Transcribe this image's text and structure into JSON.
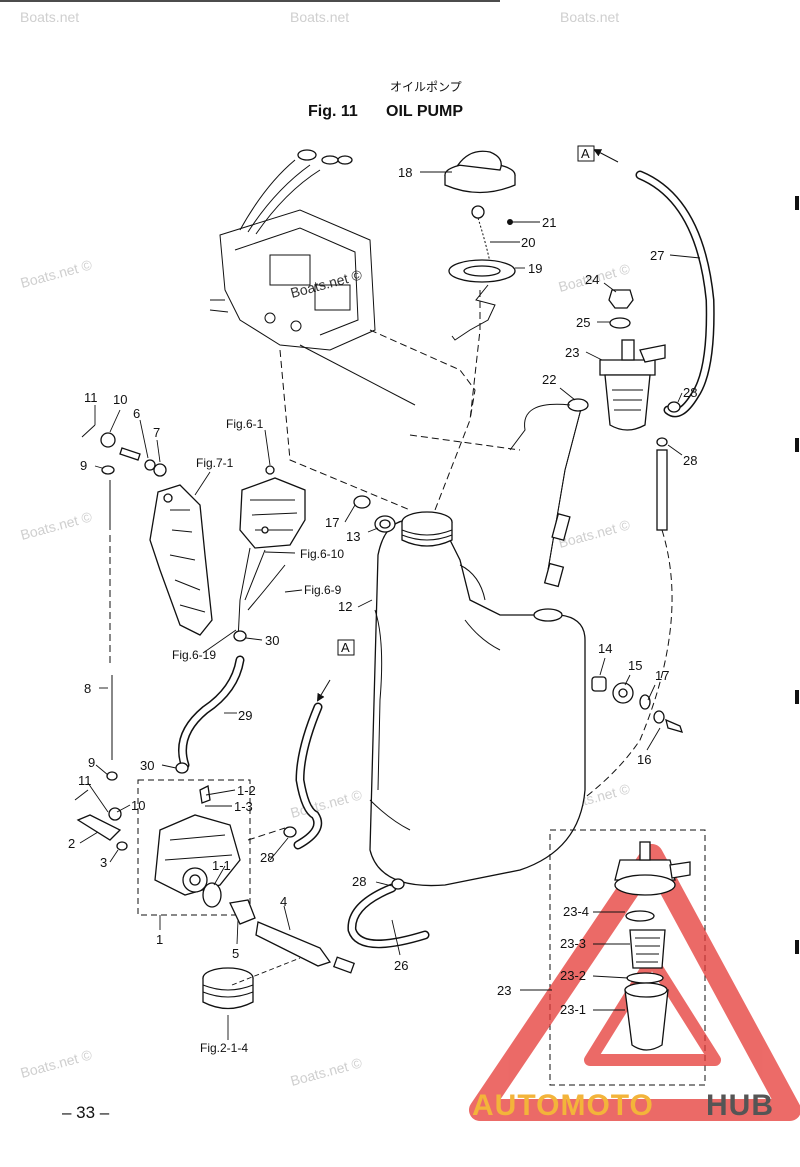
{
  "header": {
    "title_jp": "オイルポンプ",
    "fig_number": "Fig. 11",
    "title": "OIL PUMP"
  },
  "watermarks": [
    "Boats.net",
    "Boats.net",
    "Boats.net ©",
    "Boats.net ©",
    "Boats.net ©",
    "Boats.net ©",
    "Boats.net ©",
    "Boats.net ©",
    "Boats.net ©",
    "Boats.net ©",
    "Boats.net ©",
    "Boats.net ©"
  ],
  "callouts": [
    {
      "id": "18",
      "label": "18"
    },
    {
      "id": "21",
      "label": "21"
    },
    {
      "id": "20",
      "label": "20"
    },
    {
      "id": "19",
      "label": "19"
    },
    {
      "id": "27",
      "label": "27"
    },
    {
      "id": "24",
      "label": "24"
    },
    {
      "id": "25",
      "label": "25"
    },
    {
      "id": "23a",
      "label": "23"
    },
    {
      "id": "22",
      "label": "22"
    },
    {
      "id": "28a",
      "label": "28"
    },
    {
      "id": "28b",
      "label": "28"
    },
    {
      "id": "11a",
      "label": "11"
    },
    {
      "id": "10a",
      "label": "10"
    },
    {
      "id": "6",
      "label": "6"
    },
    {
      "id": "7",
      "label": "7"
    },
    {
      "id": "9a",
      "label": "9"
    },
    {
      "id": "17a",
      "label": "17"
    },
    {
      "id": "13",
      "label": "13"
    },
    {
      "id": "12",
      "label": "12"
    },
    {
      "id": "30a",
      "label": "30"
    },
    {
      "id": "29",
      "label": "29"
    },
    {
      "id": "8",
      "label": "8"
    },
    {
      "id": "30b",
      "label": "30"
    },
    {
      "id": "14",
      "label": "14"
    },
    {
      "id": "15",
      "label": "15"
    },
    {
      "id": "17b",
      "label": "17"
    },
    {
      "id": "16",
      "label": "16"
    },
    {
      "id": "9b",
      "label": "9"
    },
    {
      "id": "11b",
      "label": "11"
    },
    {
      "id": "10b",
      "label": "10"
    },
    {
      "id": "1-2",
      "label": "1-2"
    },
    {
      "id": "1-3",
      "label": "1-3"
    },
    {
      "id": "2",
      "label": "2"
    },
    {
      "id": "3",
      "label": "3"
    },
    {
      "id": "28c",
      "label": "28"
    },
    {
      "id": "1-1",
      "label": "1-1"
    },
    {
      "id": "4",
      "label": "4"
    },
    {
      "id": "1",
      "label": "1"
    },
    {
      "id": "5",
      "label": "5"
    },
    {
      "id": "28d",
      "label": "28"
    },
    {
      "id": "26",
      "label": "26"
    },
    {
      "id": "23-4",
      "label": "23-4"
    },
    {
      "id": "23-3",
      "label": "23-3"
    },
    {
      "id": "23-2",
      "label": "23-2"
    },
    {
      "id": "23b",
      "label": "23"
    },
    {
      "id": "23-1",
      "label": "23-1"
    }
  ],
  "fig_refs": {
    "fig_6_1": "Fig.6-1",
    "fig_7_1": "Fig.7-1",
    "fig_6_10": "Fig.6-10",
    "fig_6_9": "Fig.6-9",
    "fig_6_19": "Fig.6-19",
    "fig_2_1_4": "Fig.2-1-4"
  },
  "box_markers": {
    "top": "A",
    "mid": "A"
  },
  "footer": {
    "page_number": "– 33 –",
    "brand_part1": "AUTOMOTO",
    "brand_part2": "HUB"
  },
  "colors": {
    "brand_orange": "#f3b43a",
    "brand_gray": "#555555",
    "warning_red": "#e53935"
  }
}
